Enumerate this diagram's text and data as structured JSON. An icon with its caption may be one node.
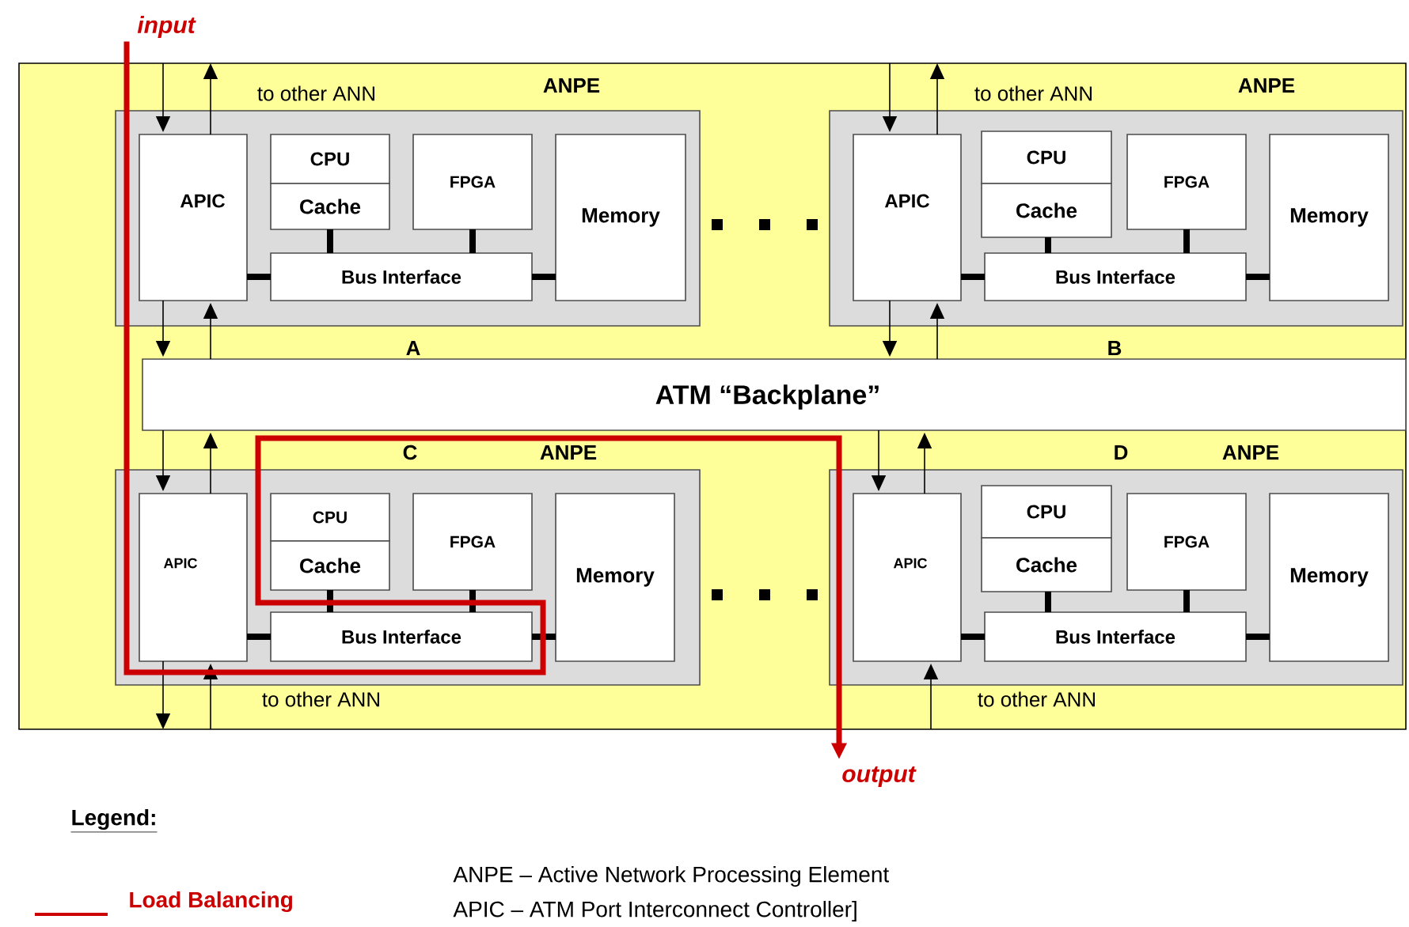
{
  "diagram": {
    "nodes": [
      {
        "text": [
          "input"
        ]
      },
      {
        "text": [],
        "shape": "box"
      },
      {
        "text": [
          "ANPE"
        ],
        "beside": [
          "A"
        ],
        "in": 1
      },
      {
        "text": [
          "APIC"
        ],
        "in": 2
      },
      {
        "text": [
          "CPU"
        ],
        "in": 2
      },
      {
        "text": [
          "Cache"
        ],
        "in": 2
      },
      {
        "text": [
          "FPGA"
        ],
        "in": 2
      },
      {
        "text": [
          "Memory"
        ],
        "in": 2
      },
      {
        "text": [
          "Bus Interface"
        ],
        "in": 2
      },
      {
        "text": [
          "ANPE"
        ],
        "beside": [
          "B"
        ],
        "in": 1
      },
      {
        "text": [
          "APIC"
        ],
        "in": 9
      },
      {
        "text": [
          "CPU"
        ],
        "in": 9
      },
      {
        "text": [
          "Cache"
        ],
        "in": 9
      },
      {
        "text": [
          "FPGA"
        ],
        "in": 9
      },
      {
        "text": [
          "Memory"
        ],
        "in": 9
      },
      {
        "text": [
          "Bus Interface"
        ],
        "in": 9
      },
      {
        "text": [
          "ATM “Backplane”"
        ],
        "in": 1
      },
      {
        "text": [
          "ANPE"
        ],
        "beside": [
          "C"
        ],
        "in": 1
      },
      {
        "text": [
          "APIC"
        ],
        "in": 17
      },
      {
        "text": [
          "CPU"
        ],
        "in": 17
      },
      {
        "text": [
          "Cache"
        ],
        "in": 17
      },
      {
        "text": [
          "FPGA"
        ],
        "in": 17
      },
      {
        "text": [
          "Memory"
        ],
        "in": 17
      },
      {
        "text": [
          "Bus Interface"
        ],
        "in": 17
      },
      {
        "text": [
          "ANPE"
        ],
        "beside": [
          "D"
        ],
        "in": 1
      },
      {
        "text": [
          "APIC"
        ],
        "in": 24
      },
      {
        "text": [
          "CPU"
        ],
        "in": 24
      },
      {
        "text": [
          "Cache"
        ],
        "in": 24
      },
      {
        "text": [
          "FPGA"
        ],
        "in": 24
      },
      {
        "text": [
          "Memory"
        ],
        "in": 24
      },
      {
        "text": [
          "Bus Interface"
        ],
        "in": 24
      },
      {
        "text": [
          "output"
        ]
      }
    ],
    "edges": [
      {
        "from": 8,
        "to": 3,
        "arrow": "none"
      },
      {
        "from": 8,
        "to": 7,
        "arrow": "none"
      },
      {
        "from": 5,
        "to": 8,
        "arrow": "none"
      },
      {
        "from": 6,
        "to": 8,
        "arrow": "none"
      },
      {
        "from": null,
        "to": 3,
        "arrow": "to"
      },
      {
        "from": 3,
        "to": null,
        "arrow": "to"
      },
      {
        "from": 3,
        "to": 16,
        "arrow": "to"
      },
      {
        "from": 16,
        "to": 3,
        "arrow": "to"
      },
      {
        "from": 15,
        "to": 10,
        "arrow": "none"
      },
      {
        "from": 15,
        "to": 14,
        "arrow": "none"
      },
      {
        "from": 12,
        "to": 15,
        "arrow": "none"
      },
      {
        "from": 13,
        "to": 15,
        "arrow": "none"
      },
      {
        "from": null,
        "to": 10,
        "arrow": "to"
      },
      {
        "from": 10,
        "to": null,
        "arrow": "to"
      },
      {
        "from": 10,
        "to": 16,
        "arrow": "to"
      },
      {
        "from": 16,
        "to": 10,
        "arrow": "to"
      },
      {
        "from": 23,
        "to": 18,
        "arrow": "none"
      },
      {
        "from": 23,
        "to": 22,
        "arrow": "none"
      },
      {
        "from": 20,
        "to": 23,
        "arrow": "none"
      },
      {
        "from": 21,
        "to": 23,
        "arrow": "none"
      },
      {
        "from": 16,
        "to": 18,
        "arrow": "to"
      },
      {
        "from": 18,
        "to": 16,
        "arrow": "to"
      },
      {
        "from": 18,
        "to": null,
        "arrow": "to"
      },
      {
        "from": null,
        "to": 18,
        "arrow": "to"
      },
      {
        "from": 30,
        "to": 25,
        "arrow": "none"
      },
      {
        "from": 30,
        "to": 29,
        "arrow": "none"
      },
      {
        "from": 27,
        "to": 30,
        "arrow": "none"
      },
      {
        "from": 28,
        "to": 30,
        "arrow": "none"
      },
      {
        "from": 16,
        "to": 25,
        "arrow": "to"
      },
      {
        "from": 25,
        "to": 16,
        "arrow": "to"
      },
      {
        "from": null,
        "to": 25,
        "arrow": "to"
      },
      {
        "from": 0,
        "to": 31,
        "arrow": "to",
        "color": "#cc0000"
      }
    ],
    "labels": [
      "to other ANN",
      "to other ANN",
      "to other ANN",
      "to other ANN",
      "Legend:",
      "ANPE – Active Network Processing Element",
      "APIC – ATM Port Interconnect Controller]"
    ],
    "legend": [
      {
        "text": "Load Balancing"
      }
    ]
  }
}
